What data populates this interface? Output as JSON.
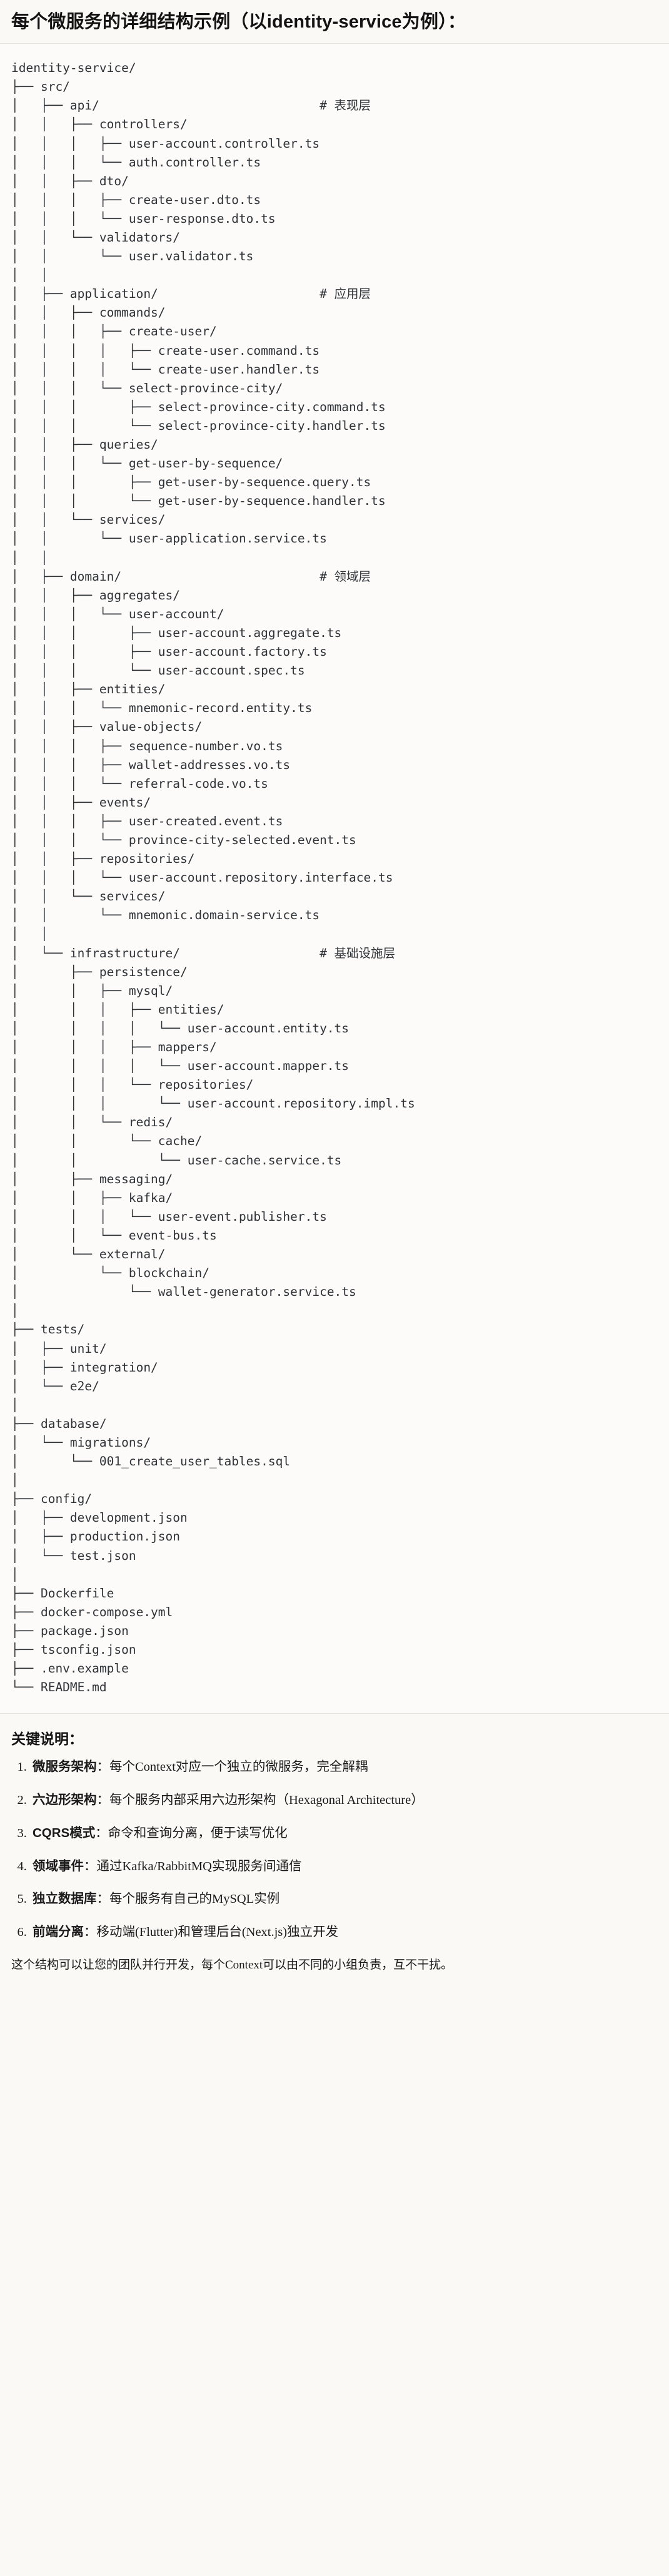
{
  "heading": {
    "text": "每个微服务的详细结构示例（以identity-service为例）："
  },
  "code_block": {
    "language": "text",
    "root": "identity-service/",
    "lines": [
      "identity-service/",
      "├── src/",
      "│   ├── api/                              # 表现层",
      "│   │   ├── controllers/",
      "│   │   │   ├── user-account.controller.ts",
      "│   │   │   └── auth.controller.ts",
      "│   │   ├── dto/",
      "│   │   │   ├── create-user.dto.ts",
      "│   │   │   └── user-response.dto.ts",
      "│   │   └── validators/",
      "│   │       └── user.validator.ts",
      "│   │",
      "│   ├── application/                      # 应用层",
      "│   │   ├── commands/",
      "│   │   │   ├── create-user/",
      "│   │   │   │   ├── create-user.command.ts",
      "│   │   │   │   └── create-user.handler.ts",
      "│   │   │   └── select-province-city/",
      "│   │   │       ├── select-province-city.command.ts",
      "│   │   │       └── select-province-city.handler.ts",
      "│   │   ├── queries/",
      "│   │   │   └── get-user-by-sequence/",
      "│   │   │       ├── get-user-by-sequence.query.ts",
      "│   │   │       └── get-user-by-sequence.handler.ts",
      "│   │   └── services/",
      "│   │       └── user-application.service.ts",
      "│   │",
      "│   ├── domain/                           # 领域层",
      "│   │   ├── aggregates/",
      "│   │   │   └── user-account/",
      "│   │   │       ├── user-account.aggregate.ts",
      "│   │   │       ├── user-account.factory.ts",
      "│   │   │       └── user-account.spec.ts",
      "│   │   ├── entities/",
      "│   │   │   └── mnemonic-record.entity.ts",
      "│   │   ├── value-objects/",
      "│   │   │   ├── sequence-number.vo.ts",
      "│   │   │   ├── wallet-addresses.vo.ts",
      "│   │   │   └── referral-code.vo.ts",
      "│   │   ├── events/",
      "│   │   │   ├── user-created.event.ts",
      "│   │   │   └── province-city-selected.event.ts",
      "│   │   ├── repositories/",
      "│   │   │   └── user-account.repository.interface.ts",
      "│   │   └── services/",
      "│   │       └── mnemonic.domain-service.ts",
      "│   │",
      "│   └── infrastructure/                   # 基础设施层",
      "│       ├── persistence/",
      "│       │   ├── mysql/",
      "│       │   │   ├── entities/",
      "│       │   │   │   └── user-account.entity.ts",
      "│       │   │   ├── mappers/",
      "│       │   │   │   └── user-account.mapper.ts",
      "│       │   │   └── repositories/",
      "│       │   │       └── user-account.repository.impl.ts",
      "│       │   └── redis/",
      "│       │       └── cache/",
      "│       │           └── user-cache.service.ts",
      "│       ├── messaging/",
      "│       │   ├── kafka/",
      "│       │   │   └── user-event.publisher.ts",
      "│       │   └── event-bus.ts",
      "│       └── external/",
      "│           └── blockchain/",
      "│               └── wallet-generator.service.ts",
      "│",
      "├── tests/",
      "│   ├── unit/",
      "│   ├── integration/",
      "│   └── e2e/",
      "│",
      "├── database/",
      "│   └── migrations/",
      "│       └── 001_create_user_tables.sql",
      "│",
      "├── config/",
      "│   ├── development.json",
      "│   ├── production.json",
      "│   └── test.json",
      "│",
      "├── Dockerfile",
      "├── docker-compose.yml",
      "├── package.json",
      "├── tsconfig.json",
      "├── .env.example",
      "└── README.md"
    ]
  },
  "notes": {
    "title": "关键说明：",
    "items": [
      {
        "term": "微服务架构",
        "desc": "：每个Context对应一个独立的微服务，完全解耦"
      },
      {
        "term": "六边形架构",
        "desc": "：每个服务内部采用六边形架构（Hexagonal Architecture）"
      },
      {
        "term": "CQRS模式",
        "desc": "：命令和查询分离，便于读写优化"
      },
      {
        "term": "领域事件",
        "desc": "：通过Kafka/RabbitMQ实现服务间通信"
      },
      {
        "term": "独立数据库",
        "desc": "：每个服务有自己的MySQL实例"
      },
      {
        "term": "前端分离",
        "desc": "：移动端(Flutter)和管理后台(Next.js)独立开发"
      }
    ],
    "closing": "这个结构可以让您的团队并行开发，每个Context可以由不同的小组负责，互不干扰。"
  },
  "theme": {
    "page_background": "#faf9f6",
    "code_background": "#fcfbf9",
    "text_color": "#1a1a1a",
    "code_text_color": "#2f3338",
    "rule_color": "#e4e2dd"
  }
}
